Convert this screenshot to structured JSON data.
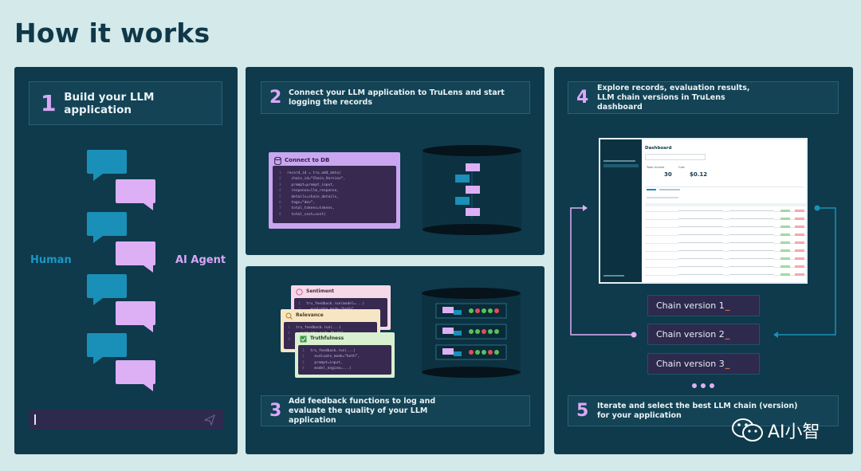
{
  "page_title": "How it works",
  "steps": [
    {
      "num": "1",
      "label": "Build your LLM application"
    },
    {
      "num": "2",
      "label": "Connect your LLM application to TruLens and start logging the records"
    },
    {
      "num": "3",
      "label": "Add feedback functions to log and evaluate the quality of your LLM application"
    },
    {
      "num": "4",
      "label": "Explore records, evaluation results, LLM chain versions in TruLens dashboard"
    },
    {
      "num": "5",
      "label": "Iterate and select the best LLM chain (version) for your application"
    }
  ],
  "chat": {
    "human_label": "Human",
    "agent_label": "AI Agent"
  },
  "connect_card": {
    "title": "Connect to DB"
  },
  "feedback_cards": {
    "a": "Sentiment",
    "b": "Relevance",
    "c": "Truthfulness"
  },
  "dashboard": {
    "heading": "Dashboard",
    "stat_a_label": "Total records",
    "stat_a_value": "30",
    "stat_b_label": "Cost",
    "stat_b_value": "$0.12"
  },
  "chains": [
    {
      "label": "Chain version 1",
      "cursor": "_"
    },
    {
      "label": "Chain version 2",
      "cursor": "_"
    },
    {
      "label": "Chain version 3",
      "cursor": "_"
    }
  ],
  "watermark": "AI小智",
  "colors": {
    "background": "#d3e9ea",
    "panel": "#0e3a4c",
    "accent_purple": "#ddb0f5",
    "accent_blue": "#1a8fb8",
    "title_text": "#103849"
  }
}
